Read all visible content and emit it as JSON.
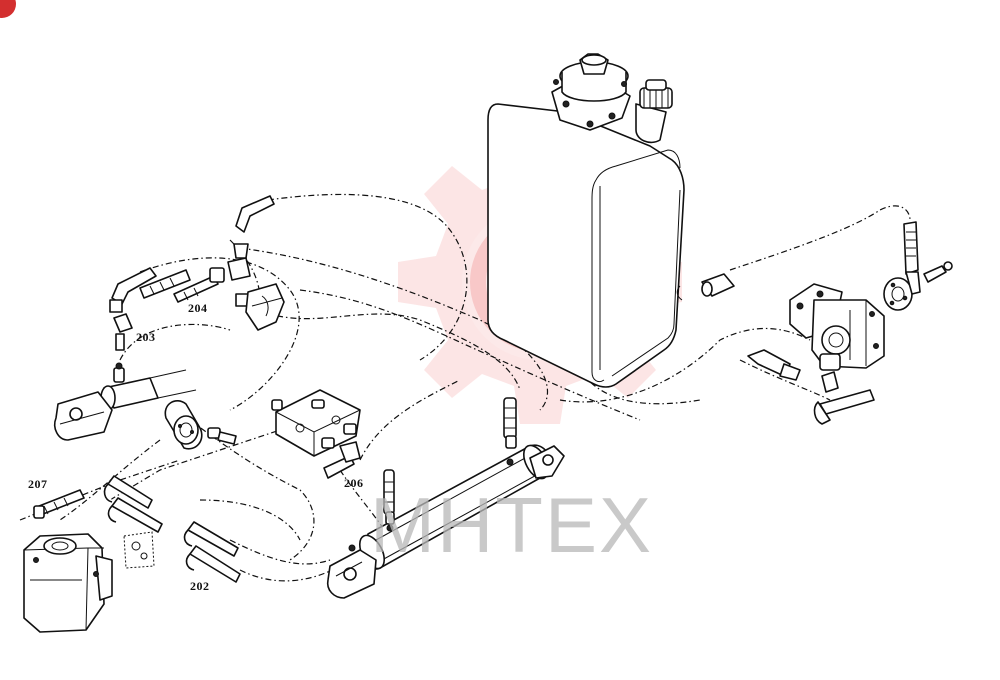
{
  "callouts": {
    "c202": "202",
    "c203": "203",
    "c204": "204",
    "c206": "206",
    "c207": "207"
  },
  "watermark": {
    "text": "МНТЕХ",
    "gear_color": "#e53935",
    "text_color": "#b8b8b8"
  },
  "corner_badge": {
    "color": "#d32f2f"
  }
}
